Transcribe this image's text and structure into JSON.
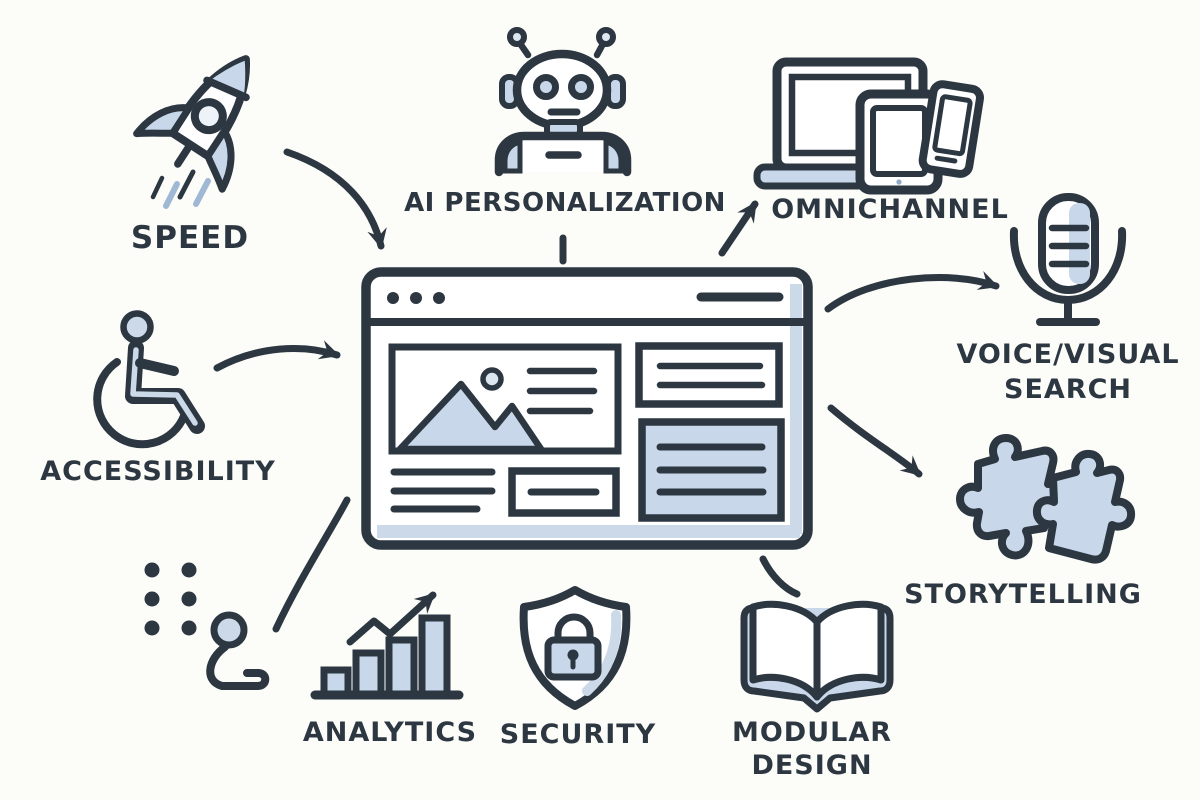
{
  "diagram_title": "Web design trends doodle diagram",
  "center": {
    "illustration": "browser-window-wireframe"
  },
  "labels": {
    "speed": "SPEED",
    "ai_personalization": "AI PERSONALIZATION",
    "omnichannel": "OMNICHANNEL",
    "voice_visual_line1": "VOICE/VISUAL",
    "voice_visual_line2": "SEARCH",
    "storytelling": "STORYTELLING",
    "accessibility": "ACCESSIBILITY",
    "analytics": "ANALYTICS",
    "security": "SECURITY",
    "modular_line1": "MODULAR",
    "modular_line2": "DESIGN"
  },
  "nodes": [
    {
      "id": "speed",
      "icon": "rocket-icon",
      "position": "top-left"
    },
    {
      "id": "ai_personalization",
      "icon": "robot-icon",
      "position": "top-center"
    },
    {
      "id": "omnichannel",
      "icon": "devices-icon",
      "position": "top-right"
    },
    {
      "id": "voice_visual_search",
      "icon": "microphone-icon",
      "position": "right"
    },
    {
      "id": "storytelling",
      "icon": "puzzle-icon",
      "position": "right-bottom"
    },
    {
      "id": "accessibility",
      "icon": "wheelchair-icon",
      "position": "left"
    },
    {
      "id": "analytics",
      "icon": "bar-chart-icon",
      "position": "bottom-left"
    },
    {
      "id": "security",
      "icon": "shield-lock-icon",
      "position": "bottom-center"
    },
    {
      "id": "modular_design",
      "icon": "open-book-icon",
      "position": "bottom-right"
    },
    {
      "id": "braille_dots",
      "icon": "dots-grid-icon",
      "position": "lower-left"
    },
    {
      "id": "person",
      "icon": "person-hook-icon",
      "position": "lower-left"
    }
  ],
  "connectors": [
    {
      "from": "speed",
      "to": "center",
      "style": "curved-arrow"
    },
    {
      "from": "accessibility",
      "to": "center",
      "style": "curved-arrow"
    },
    {
      "from": "center",
      "to": "omnichannel",
      "style": "straight-arrow"
    },
    {
      "from": "center",
      "to": "voice_visual_search",
      "style": "curved-arrow"
    },
    {
      "from": "center",
      "to": "storytelling",
      "style": "curved-arrow"
    },
    {
      "from": "person",
      "to": "center",
      "style": "curved-line"
    },
    {
      "from": "center",
      "to": "modular_design",
      "style": "curved-line"
    },
    {
      "from": "ai_personalization",
      "to": "center",
      "style": "short-line"
    }
  ],
  "colors": {
    "ink": "#2c3742",
    "fill_blue": "#c8d8ea",
    "fill_blue_light": "#dde7f2",
    "background": "#fcfcf8"
  }
}
